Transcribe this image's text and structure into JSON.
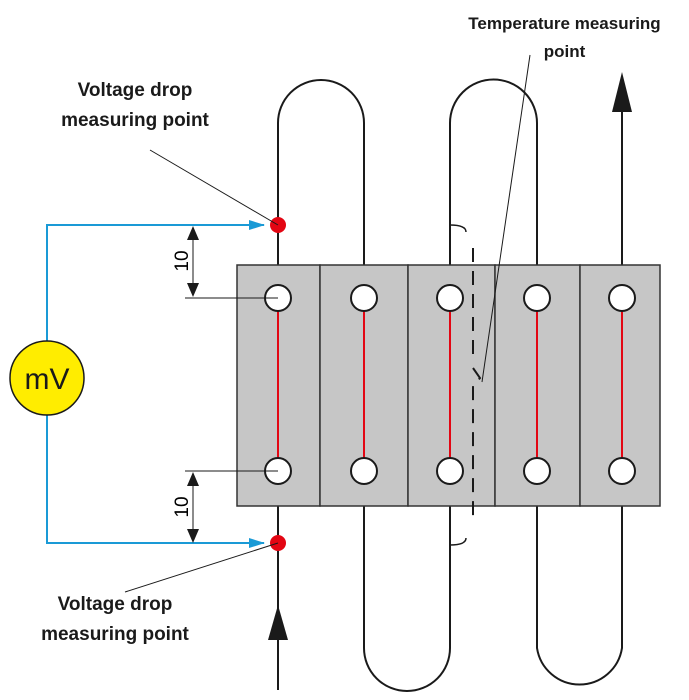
{
  "labels": {
    "voltage_top": [
      "Voltage drop",
      "measuring point"
    ],
    "voltage_bottom": [
      "Voltage drop",
      "measuring point"
    ],
    "temperature": [
      "Temperature measuring",
      "point"
    ],
    "meter": "mV",
    "dim_top": "10",
    "dim_bottom": "10"
  },
  "colors": {
    "wire": "#1a1a1a",
    "block": "#c6c6c6",
    "bridge": "#e30613",
    "blue": "#1a9ad6",
    "meter": "#ffed00",
    "dot": "#e30613"
  },
  "blocks": 5
}
